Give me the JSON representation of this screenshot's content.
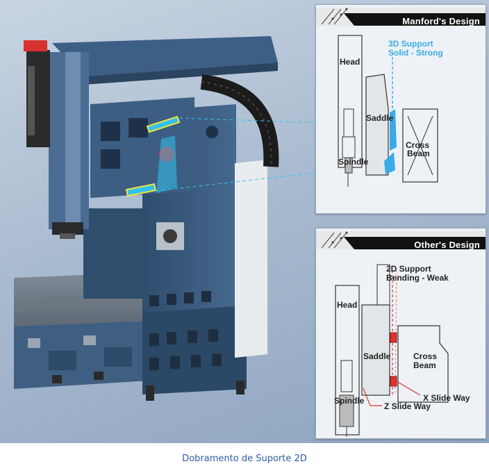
{
  "caption": "Dobramento de Suporte 2D",
  "manford": {
    "title": "Manford's Design",
    "support_line1": "3D Support",
    "support_line2": "Solid - Strong",
    "head": "Head",
    "saddle": "Saddle",
    "cross_line1": "Cross",
    "cross_line2": "Beam",
    "spindle": "Spindle"
  },
  "others": {
    "title": "Other's Design",
    "support_line1": "2D Support",
    "support_line2": "Bending - Weak",
    "head": "Head",
    "saddle": "Saddle",
    "cross_line1": "Cross",
    "cross_line2": "Beam",
    "spindle": "Spindle",
    "x_slide": "X Slide Way",
    "z_slide": "Z Slide Way"
  },
  "colors": {
    "machine_blue": "#37587a",
    "highlight_cyan": "#33c2ef",
    "support_blue": "#3aaae8",
    "weak_red": "#e3312b",
    "caption_blue": "#2e5aa8"
  }
}
